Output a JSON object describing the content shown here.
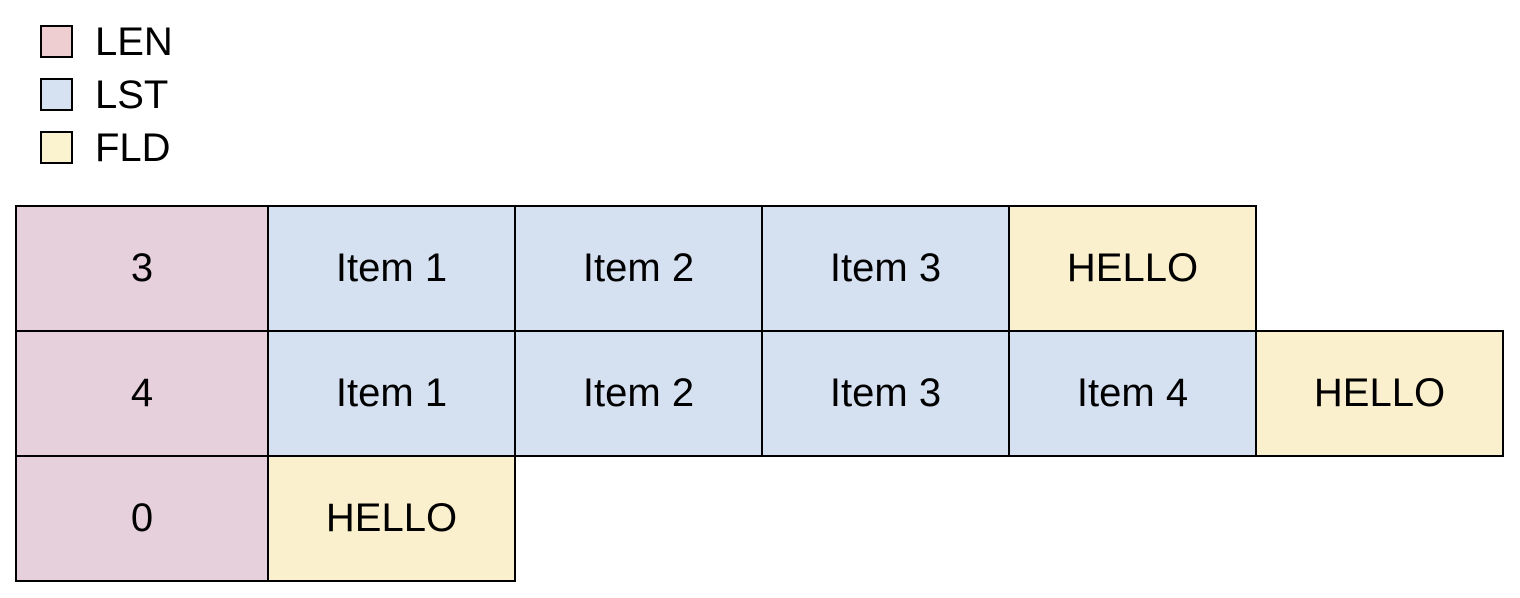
{
  "legend": {
    "items": [
      {
        "id": "len",
        "label": "LEN",
        "swatch_color": "#efced2"
      },
      {
        "id": "lst",
        "label": "LST",
        "swatch_color": "#d6e2f2"
      },
      {
        "id": "fld",
        "label": "FLD",
        "swatch_color": "#fbf2cf"
      }
    ]
  },
  "colors": {
    "background": "#ffffff",
    "border": "#000000",
    "text": "#000000",
    "len_fill": "#e5d0dc",
    "lst_fill": "#d5e1f1",
    "fld_fill": "#faf0cd"
  },
  "diagram": {
    "rows": [
      {
        "cells": [
          {
            "type": "LEN",
            "label": "3"
          },
          {
            "type": "LST",
            "label": "Item 1"
          },
          {
            "type": "LST",
            "label": "Item 2"
          },
          {
            "type": "LST",
            "label": "Item 3"
          },
          {
            "type": "FLD",
            "label": "HELLO"
          }
        ]
      },
      {
        "cells": [
          {
            "type": "LEN",
            "label": "4"
          },
          {
            "type": "LST",
            "label": "Item 1"
          },
          {
            "type": "LST",
            "label": "Item 2"
          },
          {
            "type": "LST",
            "label": "Item 3"
          },
          {
            "type": "LST",
            "label": "Item 4"
          },
          {
            "type": "FLD",
            "label": "HELLO"
          }
        ]
      },
      {
        "cells": [
          {
            "type": "LEN",
            "label": "0"
          },
          {
            "type": "FLD",
            "label": "HELLO"
          }
        ]
      }
    ]
  }
}
